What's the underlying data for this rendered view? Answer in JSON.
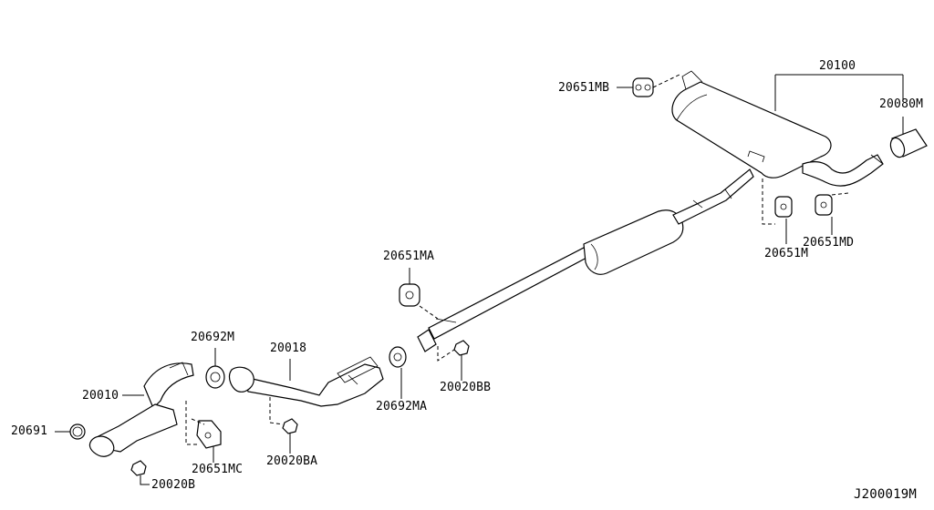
{
  "parts": {
    "p20100": "20100",
    "p20080M": "20080M",
    "p20651MB": "20651MB",
    "p20651M": "20651M",
    "p20651MD": "20651MD",
    "p20651MA": "20651MA",
    "p20692M": "20692M",
    "p20018": "20018",
    "p20010": "20010",
    "p20691": "20691",
    "p20651MC": "20651MC",
    "p20020BA": "20020BA",
    "p20692MA": "20692MA",
    "p20020BB": "20020BB",
    "p20020B": "20020B"
  },
  "diagram_id": "J200019M"
}
